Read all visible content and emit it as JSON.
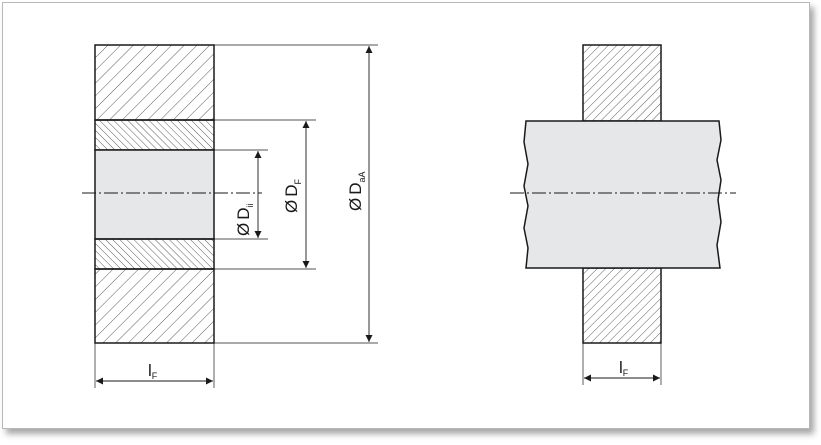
{
  "labels": {
    "left_width": {
      "main": "l",
      "sub": "F"
    },
    "right_width": {
      "main": "l",
      "sub": "F"
    },
    "dia_inner": {
      "prefix": "Ø",
      "main": "D",
      "sub": "ii"
    },
    "dia_f": {
      "prefix": "Ø",
      "main": "D",
      "sub": "F"
    },
    "dia_outer": {
      "prefix": "Ø",
      "main": "D",
      "sub": "aA"
    }
  },
  "colors": {
    "line": "#1a1a1a",
    "hatch": "#333333",
    "shaft_fill": "#e6e7e9",
    "frame_border": "#b8b8b8"
  }
}
